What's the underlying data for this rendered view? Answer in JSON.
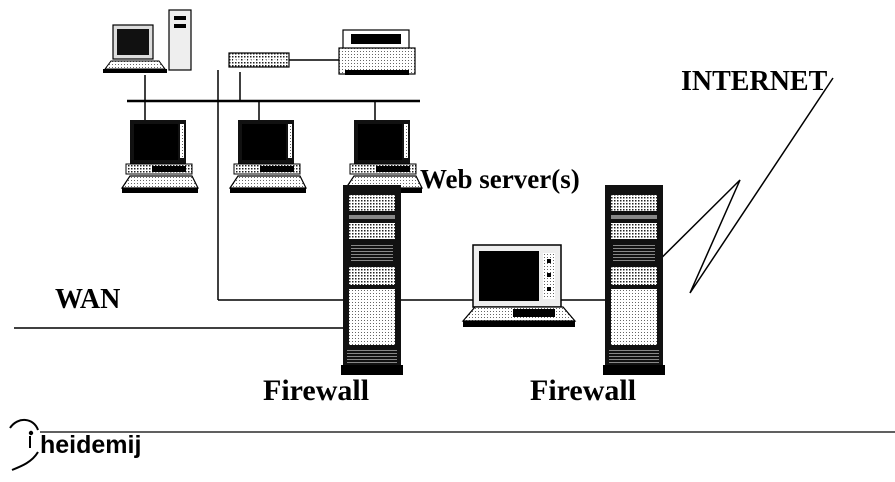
{
  "labels": {
    "internet": "INTERNET",
    "web_server": "Web server(s)",
    "wan": "WAN",
    "firewall_1": "Firewall",
    "firewall_2": "Firewall"
  },
  "logo": {
    "text": "heidemij"
  },
  "icons": [
    "desktop-computer-icon",
    "tower-computer-icon",
    "hub-icon",
    "printer-icon",
    "workstation-icon",
    "server-rack-icon",
    "lightning-link-icon"
  ],
  "colors": {
    "line": "#000000",
    "background": "#ffffff",
    "equipment": "#333333"
  }
}
